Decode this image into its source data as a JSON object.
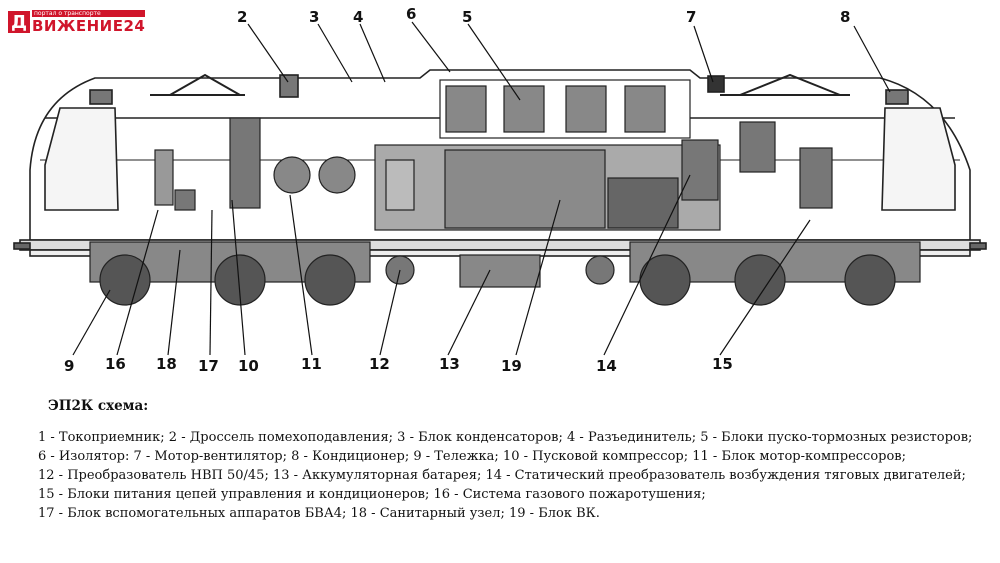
{
  "logo": {
    "letter": "Д",
    "subtitle": "портал о транспорте",
    "name": "ВИЖЕНИЕ24"
  },
  "callouts": [
    "2",
    "3",
    "4",
    "6",
    "5",
    "7",
    "8",
    "9",
    "16",
    "18",
    "17",
    "10",
    "11",
    "12",
    "13",
    "19",
    "14",
    "15"
  ],
  "caption": {
    "title": "ЭП2К схема:",
    "lines": [
      "1 - Токоприемник; 2 - Дроссель помехоподавления; 3 - Блок конденсаторов; 4 - Разъединитель; 5 - Блоки пуско-тормозных резисторов;",
      "6 - Изолятор: 7 - Мотор-вентилятор; 8 - Кондиционер; 9 - Тележка; 10 - Пусковой компрессор; 11 - Блок мотор-компрессоров;",
      "12 - Преобразователь НВП 50/45; 13 - Аккумуляторная батарея; 14 - Статический преобразователь возбуждения тяговых двигателей;",
      "15 - Блоки питания цепей управления и кондиционеров; 16 - Система газового пожаротушения;",
      "17 - Блок вспомогательных аппаратов БВА4; 18 - Санитарный узел; 19 - Блок ВК."
    ]
  }
}
